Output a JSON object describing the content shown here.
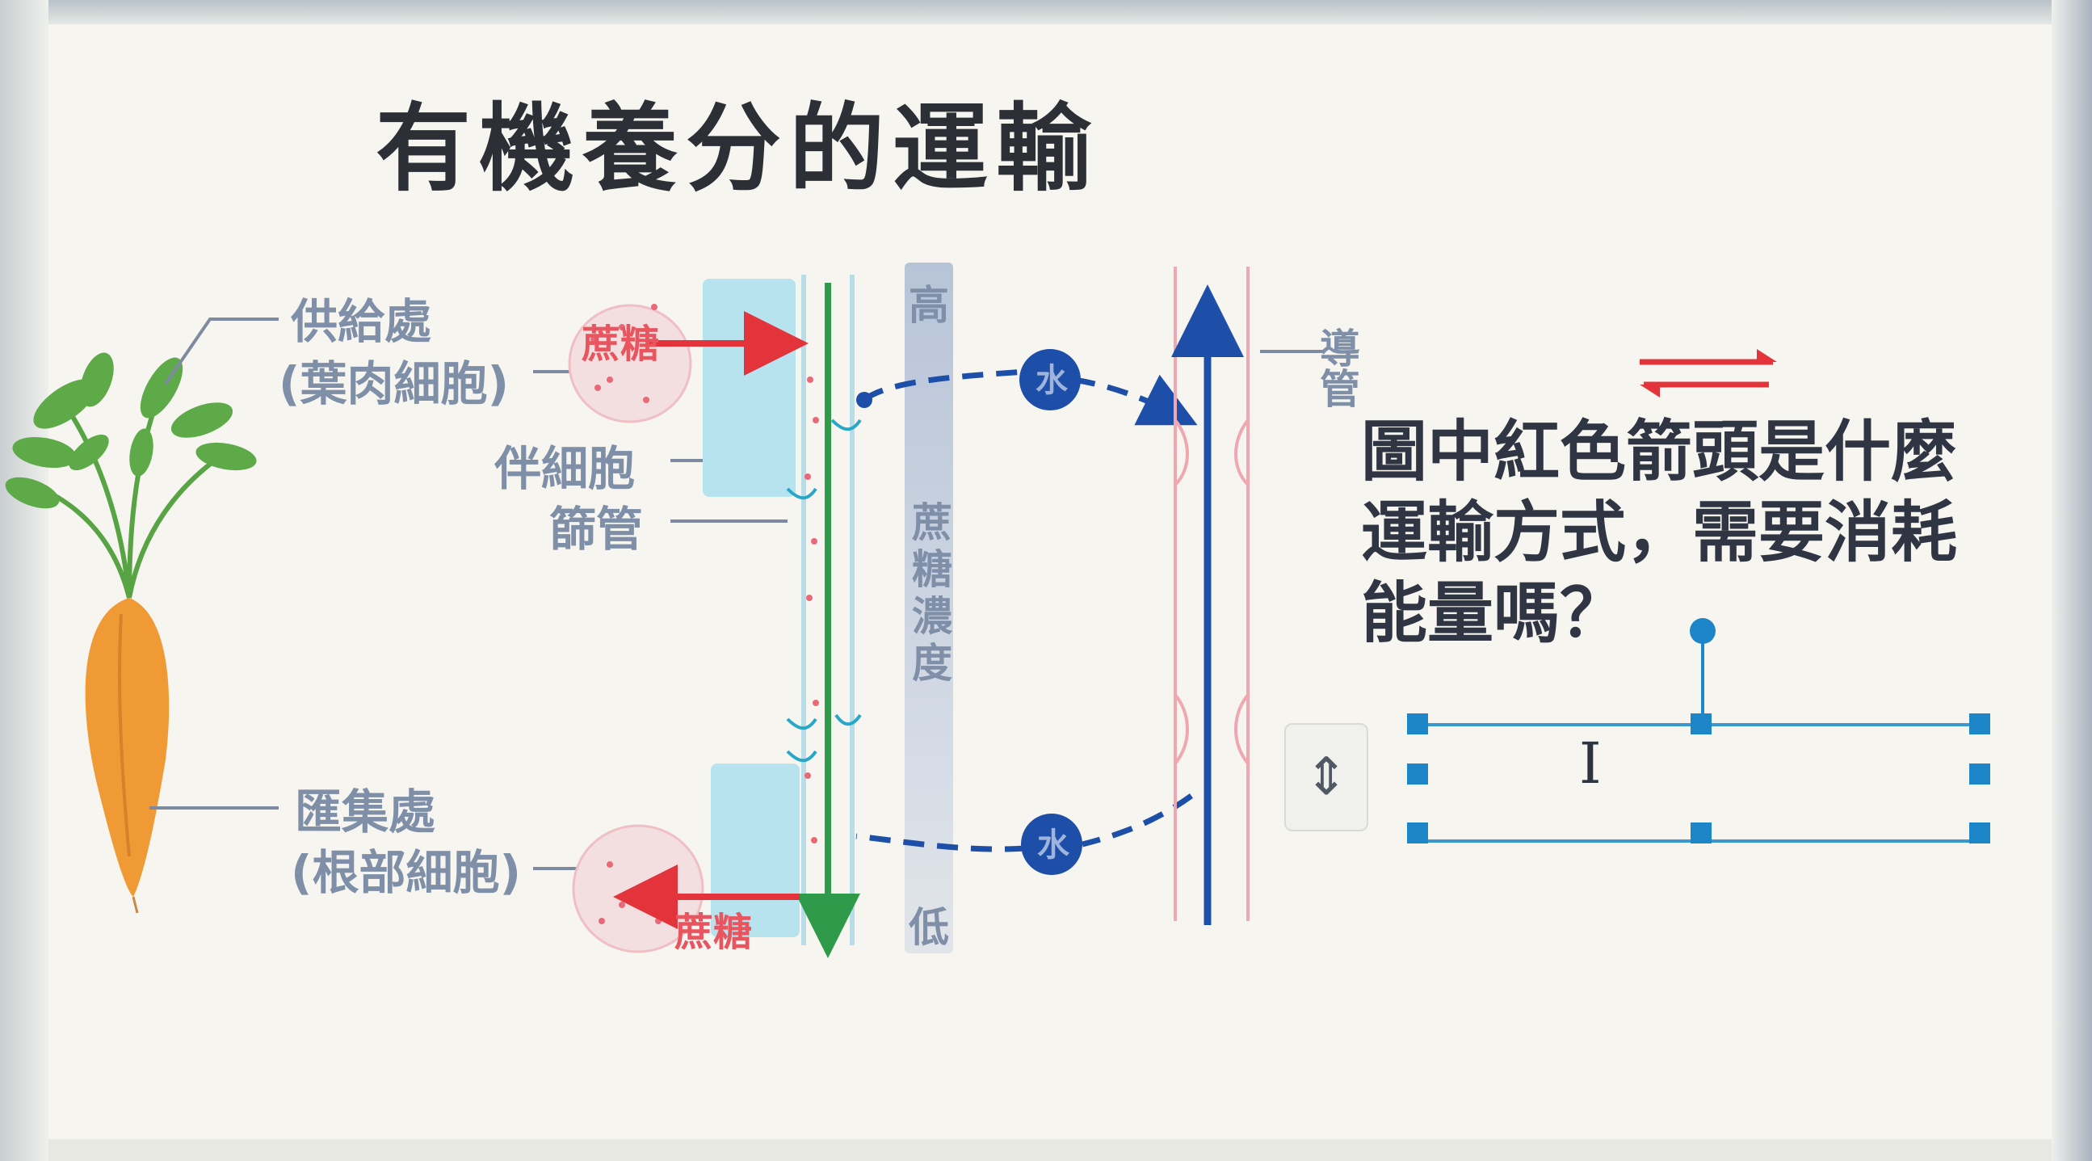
{
  "slide": {
    "title": "有機養分的運輸"
  },
  "diagram": {
    "source_label": "供給處",
    "source_sub": "(葉肉細胞)",
    "sink_label": "匯集處",
    "sink_sub": "(根部細胞)",
    "companion_cell": "伴細胞",
    "sieve_tube": "篩管",
    "xylem": "導管",
    "high": "高",
    "low": "低",
    "gradient_label": "蔗糖濃度",
    "water": "水",
    "sucrose_top": "蔗糖",
    "sucrose_bottom": "蔗糖"
  },
  "question": {
    "text": "圖中紅色箭頭是什麼運輸方式，需要消耗能量嗎？"
  },
  "colors": {
    "phloem_green": "#2f9a4a",
    "xylem_blue": "#1e4fa8",
    "red_arrow": "#e3343c",
    "selection_blue": "#1d86c8",
    "carrot_orange": "#f09a35"
  },
  "icons": {
    "double_arrow": "red-double-arrow-icon",
    "resize_grip": "resize-grip-icon",
    "text_caret": "i-beam-cursor-icon"
  }
}
